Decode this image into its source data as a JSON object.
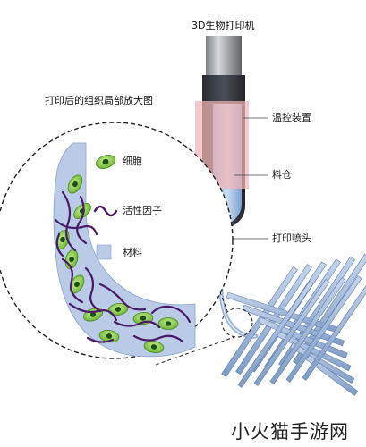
{
  "printer_title": "3D生物打印机",
  "zoom_title": "打印后的组织局部放大图",
  "labels": {
    "temp_control": "温控装置",
    "material_bin": "料仓",
    "nozzle": "打印喷头"
  },
  "legend": {
    "cell": "细胞",
    "active_factor": "活性因子",
    "material": "材料"
  },
  "colors": {
    "cell_green": "#8fd14f",
    "factor_purple": "#4b1a66",
    "material_blue": "#b9cbe6",
    "temp_pink": "#f2b6b6",
    "grid_blue": "#93aed3"
  },
  "watermark": "小火猫手游网"
}
